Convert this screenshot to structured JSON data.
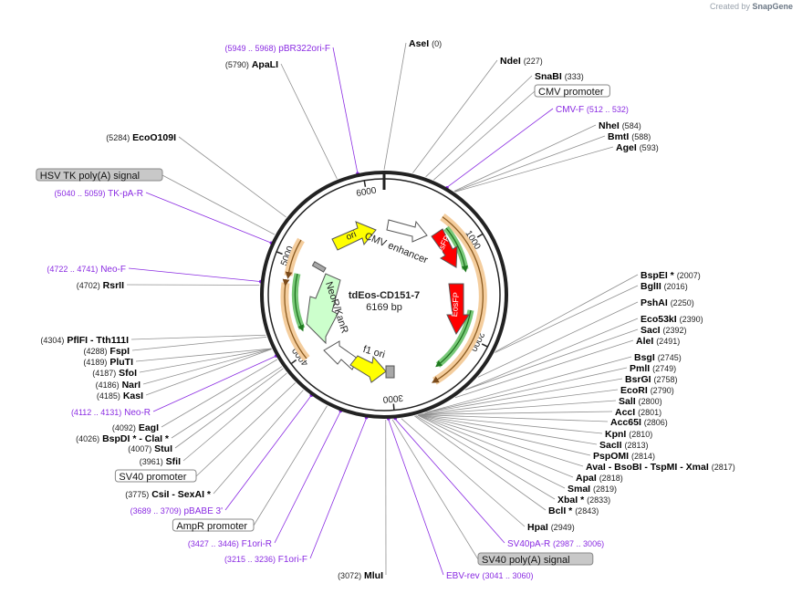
{
  "credit": {
    "prefix": "Created by",
    "brand": "SnapGene"
  },
  "map": {
    "name": "tdEos-CD151-7",
    "size_label": "6169 bp",
    "length": 6169,
    "ticks": [
      {
        "bp": 1000,
        "label": "1000"
      },
      {
        "bp": 2000,
        "label": "2000"
      },
      {
        "bp": 3000,
        "label": "3000"
      },
      {
        "bp": 4000,
        "label": "4000"
      },
      {
        "bp": 5000,
        "label": "5000"
      },
      {
        "bp": 6000,
        "label": "6000"
      }
    ]
  },
  "labels": [
    {
      "kind": "site",
      "name": "AseI",
      "pos": "(0)",
      "bp": 0
    },
    {
      "kind": "site",
      "name": "NdeI",
      "pos": "(227)",
      "bp": 227
    },
    {
      "kind": "site",
      "name": "SnaBI",
      "pos": "(333)",
      "bp": 333
    },
    {
      "kind": "box",
      "name": "CMV promoter",
      "bp": 400
    },
    {
      "kind": "primer",
      "name": "CMV-F",
      "pos": "(512 .. 532)",
      "bp": 522
    },
    {
      "kind": "site",
      "name": "NheI",
      "pos": "(584)",
      "bp": 584
    },
    {
      "kind": "site",
      "name": "BmtI",
      "pos": "(588)",
      "bp": 588
    },
    {
      "kind": "site",
      "name": "AgeI",
      "pos": "(593)",
      "bp": 593
    },
    {
      "kind": "site",
      "name": "BspEI *",
      "pos": "(2007)",
      "bp": 2007
    },
    {
      "kind": "site",
      "name": "BglII",
      "pos": "(2016)",
      "bp": 2016
    },
    {
      "kind": "site",
      "name": "PshAI",
      "pos": "(2250)",
      "bp": 2250
    },
    {
      "kind": "site",
      "name": "Eco53kI",
      "pos": "(2390)",
      "bp": 2390
    },
    {
      "kind": "site",
      "name": "SacI",
      "pos": "(2392)",
      "bp": 2392
    },
    {
      "kind": "site",
      "name": "AleI",
      "pos": "(2491)",
      "bp": 2491
    },
    {
      "kind": "site",
      "name": "BsgI",
      "pos": "(2745)",
      "bp": 2745
    },
    {
      "kind": "site",
      "name": "PmlI",
      "pos": "(2749)",
      "bp": 2749
    },
    {
      "kind": "site",
      "name": "BsrGI",
      "pos": "(2758)",
      "bp": 2758
    },
    {
      "kind": "site",
      "name": "EcoRI",
      "pos": "(2790)",
      "bp": 2790
    },
    {
      "kind": "site",
      "name": "SalI",
      "pos": "(2800)",
      "bp": 2800
    },
    {
      "kind": "site",
      "name": "AccI",
      "pos": "(2801)",
      "bp": 2801
    },
    {
      "kind": "site",
      "name": "Acc65I",
      "pos": "(2806)",
      "bp": 2806
    },
    {
      "kind": "site",
      "name": "KpnI",
      "pos": "(2810)",
      "bp": 2810
    },
    {
      "kind": "site",
      "name": "SacII",
      "pos": "(2813)",
      "bp": 2813
    },
    {
      "kind": "site",
      "name": "PspOMI",
      "pos": "(2814)",
      "bp": 2814
    },
    {
      "kind": "site",
      "name": "AvaI  - BsoBI  - TspMI  - XmaI",
      "pos": "(2817)",
      "bp": 2817
    },
    {
      "kind": "site",
      "name": "ApaI",
      "pos": "(2818)",
      "bp": 2818
    },
    {
      "kind": "site",
      "name": "SmaI",
      "pos": "(2819)",
      "bp": 2819
    },
    {
      "kind": "site",
      "name": "XbaI *",
      "pos": "(2833)",
      "bp": 2833
    },
    {
      "kind": "site",
      "name": "BclI *",
      "pos": "(2843)",
      "bp": 2843
    },
    {
      "kind": "site",
      "name": "HpaI",
      "pos": "(2949)",
      "bp": 2949
    },
    {
      "kind": "primer",
      "name": "SV40pA-R",
      "pos": "(2987 .. 3006)",
      "bp": 2996
    },
    {
      "kind": "boxgray",
      "name": "SV40 poly(A) signal",
      "bp": 3020
    },
    {
      "kind": "primer",
      "name": "EBV-rev",
      "pos": "(3041 .. 3060)",
      "bp": 3050
    },
    {
      "kind": "site",
      "name": "MluI",
      "pos": "(3072)",
      "bp": 3072
    },
    {
      "kind": "primer",
      "name": "F1ori-F",
      "pos": "(3215 .. 3236)",
      "bp": 3225
    },
    {
      "kind": "primer",
      "name": "F1ori-R",
      "pos": "(3427 .. 3446)",
      "bp": 3436
    },
    {
      "kind": "box",
      "name": "AmpR promoter",
      "bp": 3550
    },
    {
      "kind": "primer",
      "name": "pBABE 3'",
      "pos": "(3689 .. 3709)",
      "bp": 3699
    },
    {
      "kind": "site",
      "name": "CsiI  - SexAI *",
      "pos": "(3775)",
      "bp": 3775
    },
    {
      "kind": "box",
      "name": "SV40 promoter",
      "bp": 3860
    },
    {
      "kind": "site",
      "name": "SfiI",
      "pos": "(3961)",
      "bp": 3961
    },
    {
      "kind": "site",
      "name": "StuI",
      "pos": "(4007)",
      "bp": 4007
    },
    {
      "kind": "site",
      "name": "BspDI *  - ClaI *",
      "pos": "(4026)",
      "bp": 4026
    },
    {
      "kind": "site",
      "name": "EagI",
      "pos": "(4092)",
      "bp": 4092
    },
    {
      "kind": "primer",
      "name": "Neo-R",
      "pos": "(4112 .. 4131)",
      "bp": 4121
    },
    {
      "kind": "site",
      "name": "KasI",
      "pos": "(4185)",
      "bp": 4185
    },
    {
      "kind": "site",
      "name": "NarI",
      "pos": "(4186)",
      "bp": 4186
    },
    {
      "kind": "site",
      "name": "SfoI",
      "pos": "(4187)",
      "bp": 4187
    },
    {
      "kind": "site",
      "name": "PluTI",
      "pos": "(4189)",
      "bp": 4189
    },
    {
      "kind": "site",
      "name": "FspI",
      "pos": "(4288)",
      "bp": 4288
    },
    {
      "kind": "site",
      "name": "PflFI  - Tth111I",
      "pos": "(4304)",
      "bp": 4304
    },
    {
      "kind": "site",
      "name": "RsrII",
      "pos": "(4702)",
      "bp": 4702
    },
    {
      "kind": "primer",
      "name": "Neo-F",
      "pos": "(4722 .. 4741)",
      "bp": 4731
    },
    {
      "kind": "primer",
      "name": "TK-pA-R",
      "pos": "(5040 .. 5059)",
      "bp": 5049
    },
    {
      "kind": "boxgray",
      "name": "HSV TK poly(A) signal",
      "bp": 5120
    },
    {
      "kind": "site",
      "name": "EcoO109I",
      "pos": "(5284)",
      "bp": 5284
    },
    {
      "kind": "site",
      "name": "ApaLI",
      "pos": "(5790)",
      "bp": 5790
    },
    {
      "kind": "primer",
      "name": "pBR322ori-F",
      "pos": "(5949 .. 5968)",
      "bp": 5958
    }
  ],
  "features": [
    {
      "name": "ori",
      "label": "ori",
      "color": "#ffff00",
      "arrow": "cw"
    },
    {
      "name": "CMV enhancer",
      "label": "CMV enhancer",
      "color": "#ffffff",
      "arrow": "cw"
    },
    {
      "name": "EosFP",
      "label": "EosFP",
      "color": "#ff0000",
      "arrow": "cw"
    },
    {
      "name": "EosFP",
      "label": "EosFP",
      "color": "#ff0000",
      "arrow": "cw"
    },
    {
      "name": "NeoR/KanR",
      "label": "NeoR/KanR",
      "color": "#ccffcc",
      "arrow": "ccw"
    },
    {
      "name": "f1 ori",
      "label": "f1 ori",
      "color": "#cccccc",
      "arrow": "ccw"
    },
    {
      "name": "f1 ori arrow",
      "label": "",
      "color": "#ffff00",
      "arrow": "cw"
    }
  ],
  "colors": {
    "site_line": "#909090",
    "primer": "#8a2be2",
    "orf_outer": "#f2c79a",
    "orf_inner": "#7ed17e",
    "backbone": "#222222"
  }
}
